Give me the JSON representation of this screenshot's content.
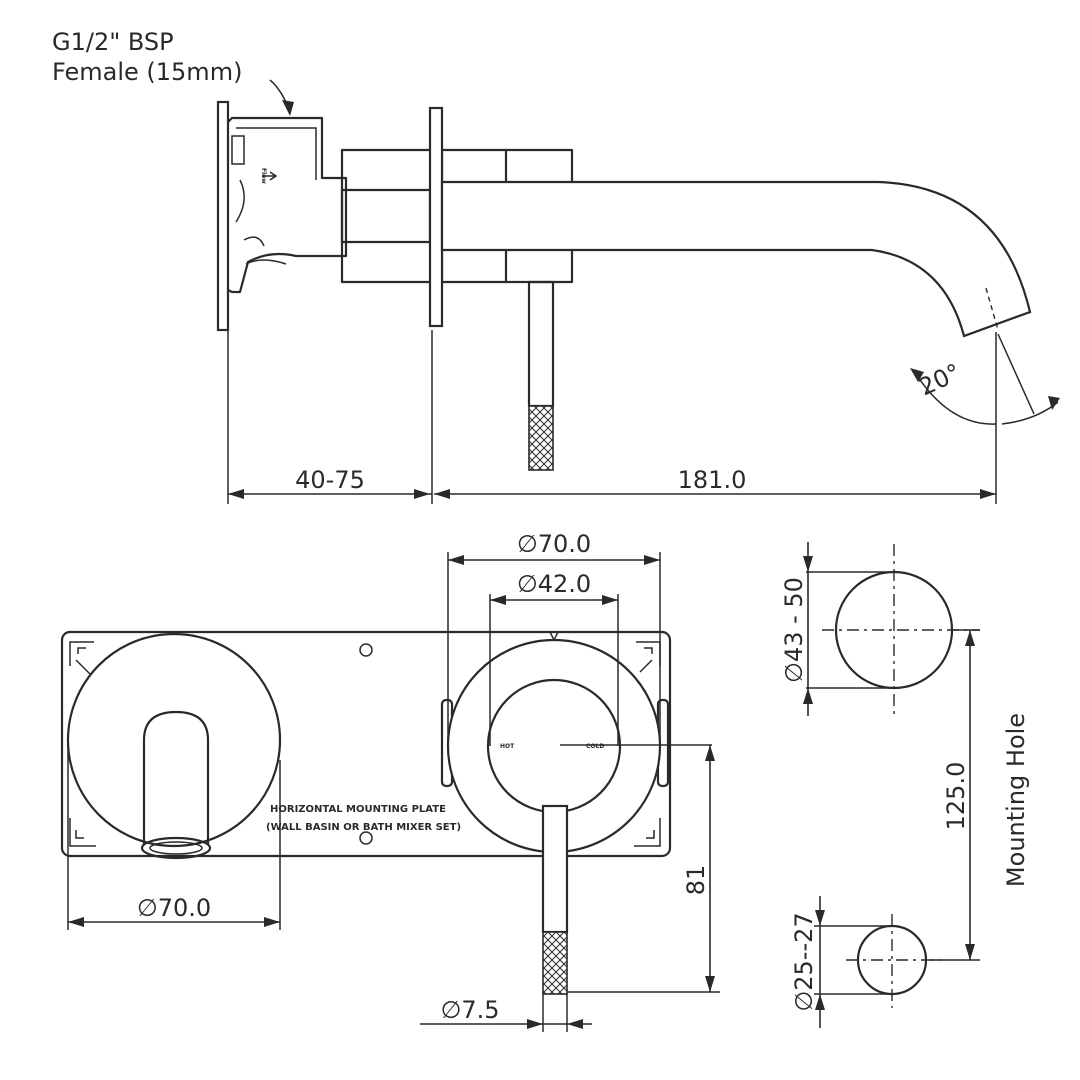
{
  "top_view": {
    "thread_label_line1": "G1/2\" BSP",
    "thread_label_line2": "Female (15mm)",
    "flow_label": "Flow",
    "angle_label": "20°",
    "dim_wall_depth": "40-75",
    "dim_spout_length": "181.0"
  },
  "front_view": {
    "dim_plate_diameter_top": "∅70.0",
    "dim_handle_diameter": "∅42.0",
    "dim_plate_diameter_left": "∅70.0",
    "dim_lever_diameter": "∅7.5",
    "dim_lever_height": "81",
    "label_hot": "HOT",
    "label_cold": "COLD",
    "plate_label_line1": "HORIZONTAL MOUNTING PLATE",
    "plate_label_line2": "(WALL BASIN OR BATH MIXER SET)"
  },
  "mounting_holes": {
    "dim_large_hole": "∅43 - 50",
    "dim_small_hole": "∅25--27",
    "dim_spacing": "125.0",
    "title": "Mounting Hole"
  }
}
